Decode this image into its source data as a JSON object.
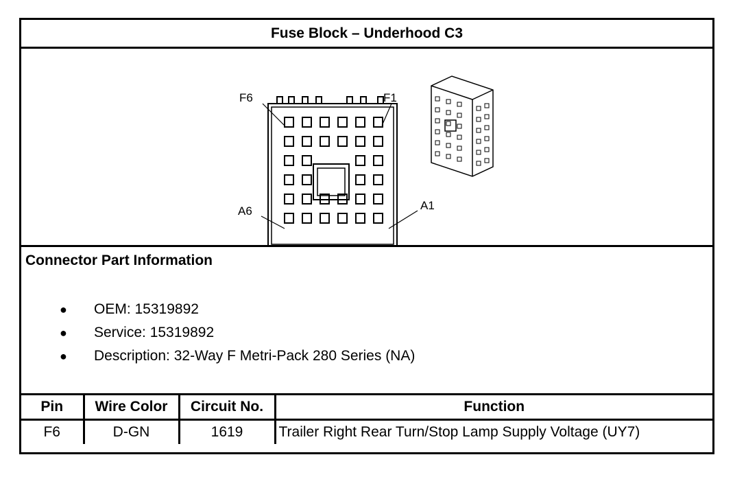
{
  "title": "Fuse Block – Underhood C3",
  "diagram": {
    "labels": {
      "top_left": "F6",
      "top_right": "F1",
      "bottom_left": "A6",
      "bottom_right": "A1"
    }
  },
  "connector_info": {
    "heading": "Connector Part Information",
    "bullet_glyph": "●",
    "items": [
      "OEM: 15319892",
      "Service: 15319892",
      "Description: 32-Way F Metri-Pack 280 Series (NA)"
    ]
  },
  "pin_table": {
    "headers": {
      "pin": "Pin",
      "wire_color": "Wire Color",
      "circuit": "Circuit No.",
      "function": "Function"
    },
    "rows": [
      {
        "pin": "F6",
        "wire_color": "D-GN",
        "circuit": "1619",
        "function": "Trailer Right Rear Turn/Stop Lamp Supply Voltage (UY7)"
      }
    ]
  }
}
